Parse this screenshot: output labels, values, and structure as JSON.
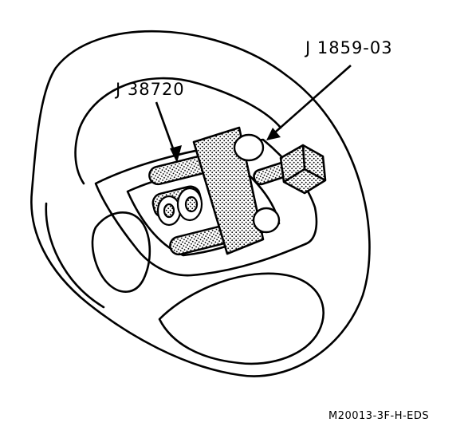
{
  "labels": {
    "tool_a": "J 38720",
    "tool_b": "J 1859-03"
  },
  "figure_code": "M20013-3F-H-EDS",
  "colors": {
    "ink": "#000000",
    "paper": "#ffffff"
  }
}
